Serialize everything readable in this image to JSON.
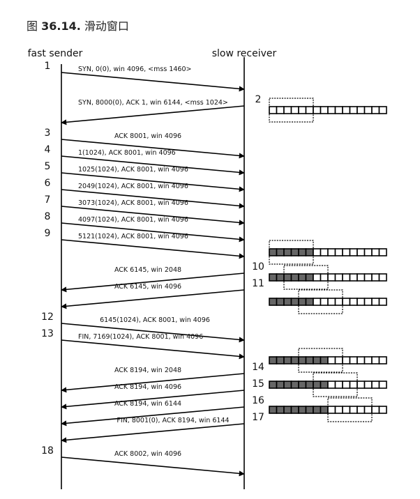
{
  "figure": {
    "prefix": "图",
    "number": "36.14.",
    "caption": "滑动窗口"
  },
  "columns": {
    "sender": "fast sender",
    "receiver": "slow receiver"
  },
  "window": {
    "slots": 16,
    "size": 6
  },
  "messages": [
    {
      "step": "1",
      "dir": "right",
      "label": "SYN, 0(0), win 4096, <mss 1460>"
    },
    {
      "step": "2",
      "dir": "left",
      "label": "SYN, 8000(0), ACK 1, win 6144, <mss 1024>"
    },
    {
      "step": "3",
      "dir": "right",
      "label": "ACK 8001, win 4096"
    },
    {
      "step": "4",
      "dir": "right",
      "label": "1(1024), ACK 8001, win 4096"
    },
    {
      "step": "5",
      "dir": "right",
      "label": "1025(1024), ACK 8001, win 4096"
    },
    {
      "step": "6",
      "dir": "right",
      "label": "2049(1024), ACK 8001, win 4096"
    },
    {
      "step": "7",
      "dir": "right",
      "label": "3073(1024), ACK 8001, win 4096"
    },
    {
      "step": "8",
      "dir": "right",
      "label": "4097(1024), ACK 8001, win 4096"
    },
    {
      "step": "9",
      "dir": "right",
      "label": "5121(1024), ACK 8001, win 4096"
    },
    {
      "step": "10",
      "dir": "left",
      "label": "ACK 6145, win 2048"
    },
    {
      "step": "11",
      "dir": "left",
      "label": "ACK 6145, win 4096"
    },
    {
      "step": "12",
      "dir": "right",
      "label": "6145(1024), ACK 8001, win 4096"
    },
    {
      "step": "13",
      "dir": "right",
      "label": "FIN, 7169(1024), ACK 8001, win 4096"
    },
    {
      "step": "14",
      "dir": "left",
      "label": "ACK 8194, win 2048"
    },
    {
      "step": "15",
      "dir": "left",
      "label": "ACK 8194, win 4096"
    },
    {
      "step": "16",
      "dir": "left",
      "label": "ACK 8194, win 6144"
    },
    {
      "step": "17",
      "dir": "left",
      "label": "FIN, 8001(0), ACK 8194, win 6144"
    },
    {
      "step": "18",
      "dir": "right",
      "label": "ACK 8002, win 4096"
    }
  ],
  "window_states": [
    {
      "filled": 0,
      "window_start": 0
    },
    {
      "filled": 6,
      "window_start": 0
    },
    {
      "filled": 6,
      "window_start": 2
    },
    {
      "filled": 6,
      "window_start": 4
    },
    {
      "filled": 8,
      "window_start": 4
    },
    {
      "filled": 8,
      "window_start": 6
    },
    {
      "filled": 8,
      "window_start": 8
    }
  ]
}
